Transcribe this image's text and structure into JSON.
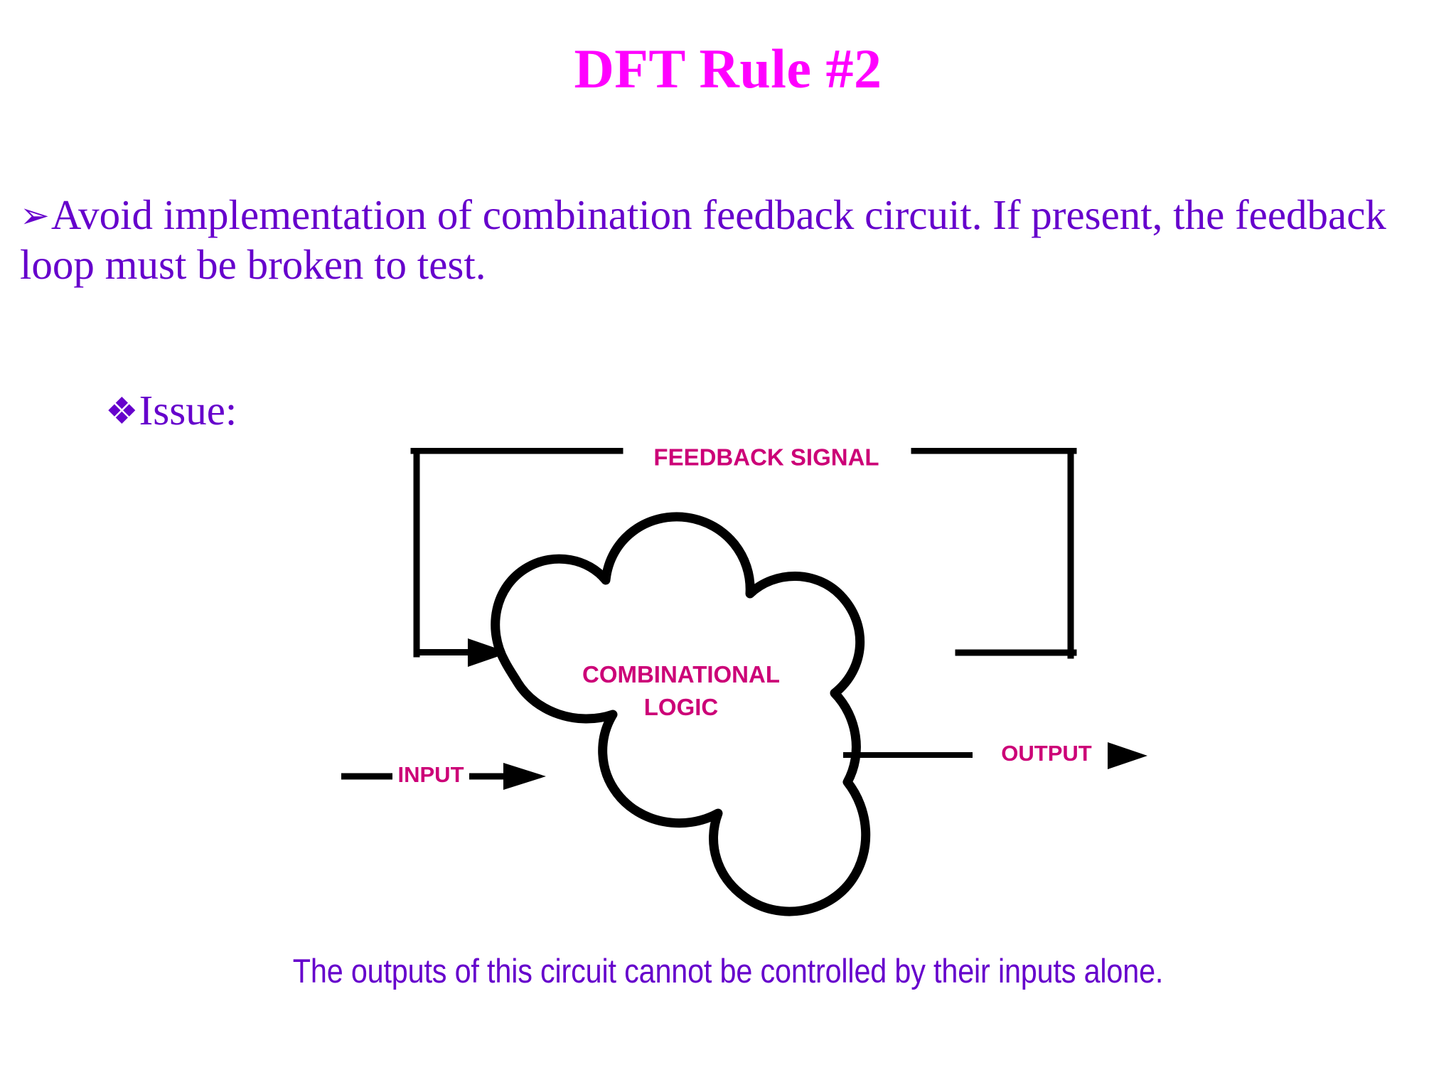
{
  "slide": {
    "title": "DFT Rule #2",
    "title_color": "#ff00ff",
    "body_color": "#6600cc",
    "diagram_label_color": "#cc0077",
    "background": "#ffffff"
  },
  "bullets": [
    {
      "marker": "➢",
      "marker_name": "arrow-bullet",
      "text": "Avoid implementation of combination feedback circuit. If present, the feedback loop must be broken to test."
    },
    {
      "marker": "❖",
      "marker_name": "diamond-bullet",
      "text": "Issue:"
    }
  ],
  "diagram": {
    "type": "block-diagram",
    "block_label_line1": "COMBINATIONAL",
    "block_label_line2": "LOGIC",
    "feedback_label": "FEEDBACK SIGNAL",
    "input_label": "INPUT",
    "output_label": "OUTPUT",
    "line_color": "#000000",
    "block_shape": "cloud"
  },
  "caption": {
    "text": "The outputs of this circuit cannot be controlled by their inputs alone."
  }
}
